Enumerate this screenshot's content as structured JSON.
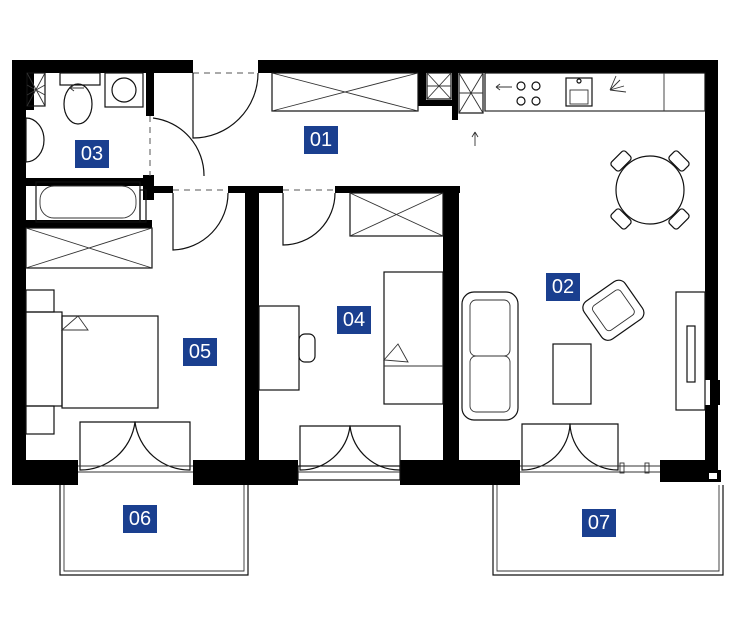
{
  "plan": {
    "rooms": [
      {
        "id": "01",
        "label": "01"
      },
      {
        "id": "02",
        "label": "02"
      },
      {
        "id": "03",
        "label": "03"
      },
      {
        "id": "04",
        "label": "04"
      },
      {
        "id": "05",
        "label": "05"
      },
      {
        "id": "06",
        "label": "06"
      },
      {
        "id": "07",
        "label": "07"
      }
    ],
    "colors": {
      "label_bg": "#1a3f8f",
      "label_text": "#ffffff",
      "walls": "#000000"
    }
  }
}
